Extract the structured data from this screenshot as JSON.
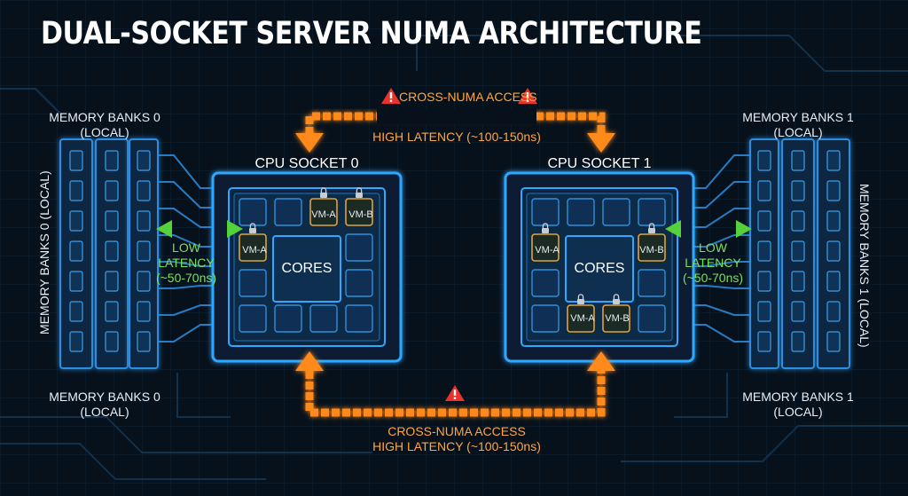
{
  "title": "DUAL-SOCKET SERVER NUMA ARCHITECTURE",
  "colors": {
    "background": "#07111c",
    "socket": "#2fa8ff",
    "memory": "#2c8fe0",
    "local_link": "#55d13c",
    "remote_link": "#ff8a1e",
    "warning": "#e8322c",
    "vm_border": "#d9a441"
  },
  "cross_numa_top": {
    "warning_icon": "warning-triangle-icon",
    "label": "CROSS-NUMA ACCESS",
    "latency": "HIGH LATENCY (~100-150ns)"
  },
  "cross_numa_bottom": {
    "warning_icon": "warning-triangle-icon",
    "label": "CROSS-NUMA ACCESS",
    "latency": "HIGH LATENCY (~100-150ns)"
  },
  "memory_left": {
    "top_label": [
      "MEMORY BANKS 0",
      "(LOCAL)"
    ],
    "bottom_label": [
      "MEMORY BANKS 0",
      "(LOCAL)"
    ],
    "side_label": "MEMORY BANKS 0 (LOCAL)"
  },
  "memory_right": {
    "top_label": [
      "MEMORY BANKS 1",
      "(LOCAL)"
    ],
    "bottom_label": [
      "MEMORY BANKS 1",
      "(LOCAL)"
    ],
    "side_label": "MEMORY BANKS 1 (LOCAL)"
  },
  "socket0": {
    "title": "CPU SOCKET 0",
    "cores_label": "CORES",
    "vms": [
      "VM-A",
      "VM-B",
      "VM-A"
    ]
  },
  "socket1": {
    "title": "CPU SOCKET 1",
    "cores_label": "CORES",
    "vms": [
      "VM-A",
      "VM-B",
      "VM-A",
      "VM-B"
    ]
  },
  "local_left": {
    "lines": [
      "LOW",
      "LATENCY",
      "(~50-70ns)"
    ]
  },
  "local_right": {
    "lines": [
      "LOW",
      "LATENCY",
      "(~50-70ns)"
    ]
  }
}
